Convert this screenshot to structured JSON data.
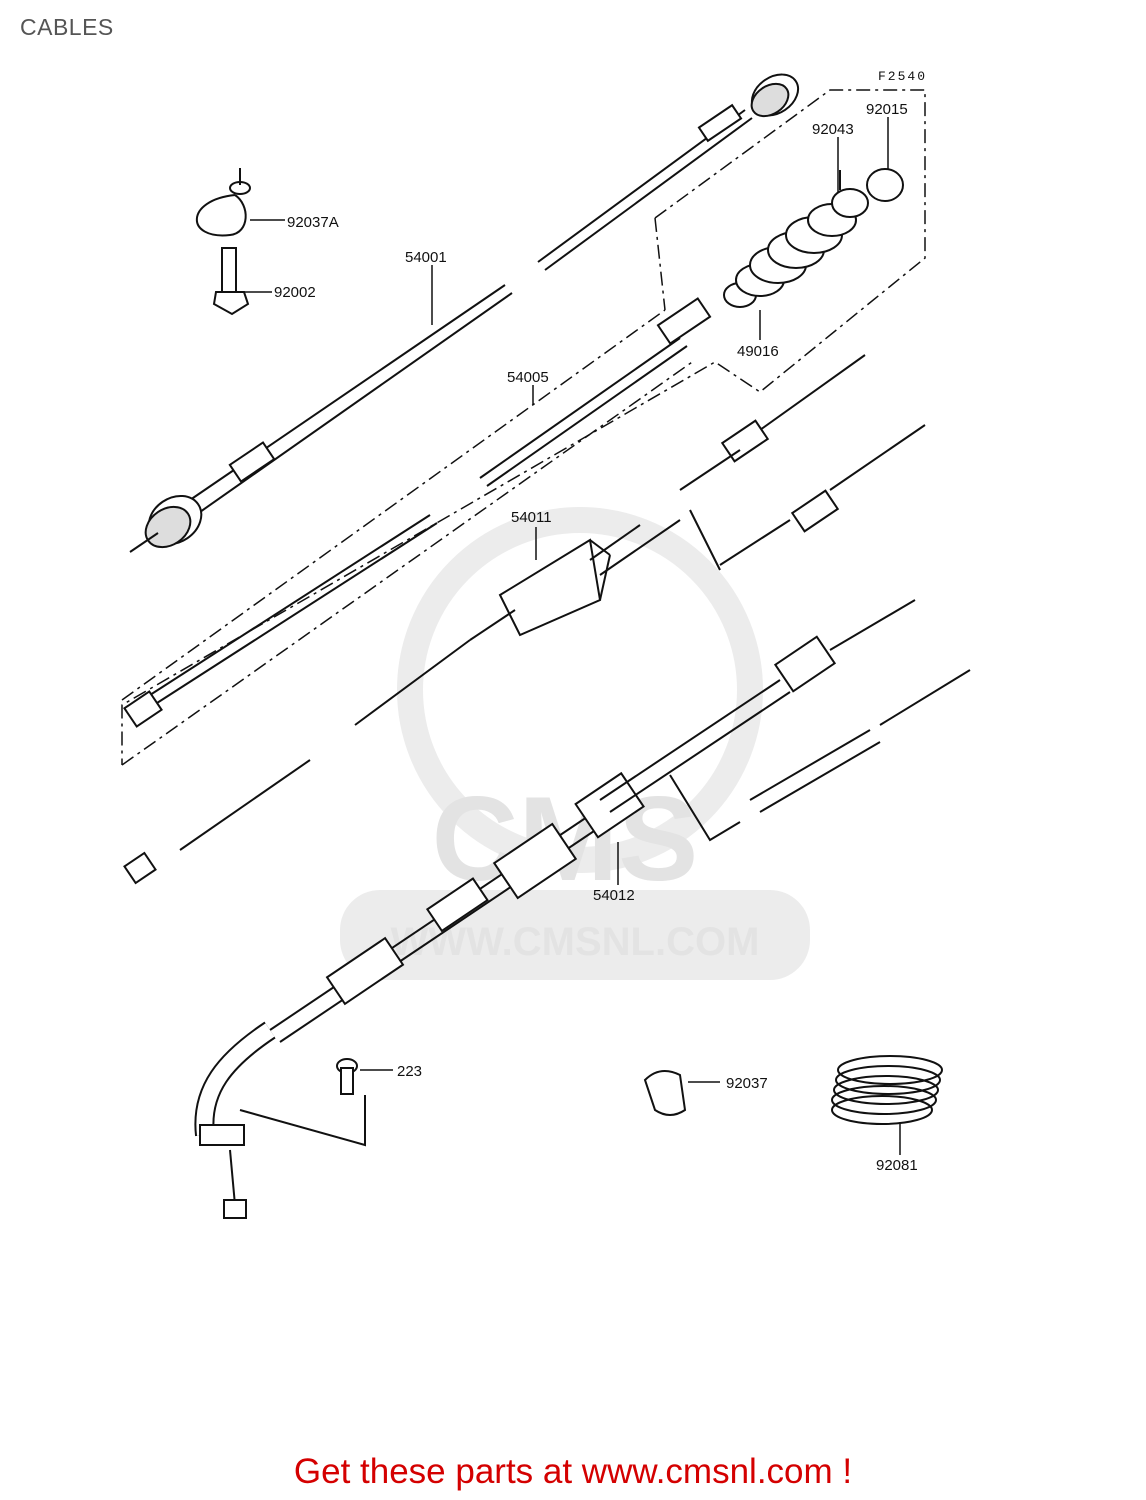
{
  "page": {
    "title": "CABLES",
    "footer": "Get these parts at www.cmsnl.com !"
  },
  "diagram": {
    "code": "F2540"
  },
  "watermark": {
    "brand": "CMS",
    "url": "WWW.CMSNL.COM",
    "color": "#e3e3e3"
  },
  "parts": [
    {
      "number": "92037A"
    },
    {
      "number": "92002"
    },
    {
      "number": "54001"
    },
    {
      "number": "54005"
    },
    {
      "number": "92043"
    },
    {
      "number": "92015"
    },
    {
      "number": "49016"
    },
    {
      "number": "54011"
    },
    {
      "number": "54012"
    },
    {
      "number": "223"
    },
    {
      "number": "92037"
    },
    {
      "number": "92081"
    }
  ],
  "colors": {
    "footer": "#d40000",
    "title": "#555555",
    "ink": "#111111"
  }
}
